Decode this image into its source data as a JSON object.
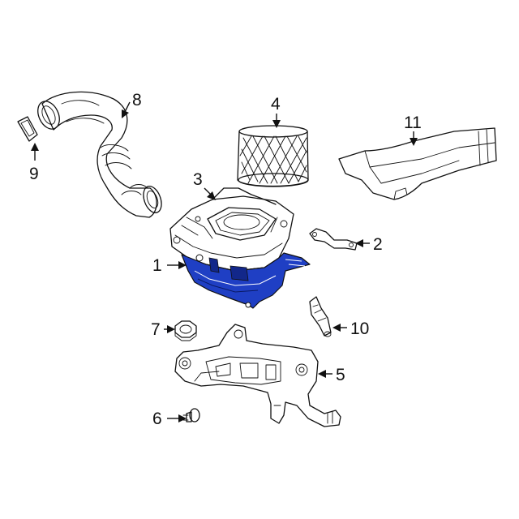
{
  "callouts": [
    {
      "id": "1",
      "label": "1"
    },
    {
      "id": "2",
      "label": "2"
    },
    {
      "id": "3",
      "label": "3"
    },
    {
      "id": "4",
      "label": "4"
    },
    {
      "id": "5",
      "label": "5"
    },
    {
      "id": "6",
      "label": "6"
    },
    {
      "id": "7",
      "label": "7"
    },
    {
      "id": "8",
      "label": "8"
    },
    {
      "id": "9",
      "label": "9"
    },
    {
      "id": "10",
      "label": "10"
    },
    {
      "id": "11",
      "label": "11"
    }
  ],
  "colors": {
    "highlight": "#1f3fc4",
    "highlight_dark": "#12278a",
    "line": "#111111",
    "background": "#ffffff"
  }
}
